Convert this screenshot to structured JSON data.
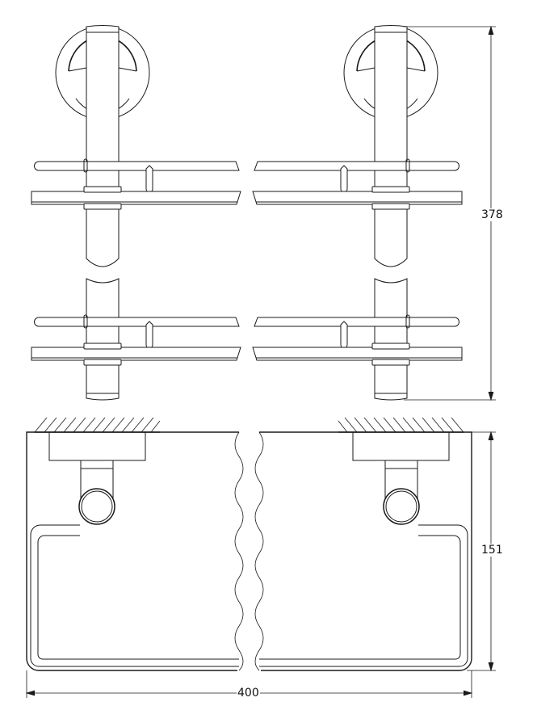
{
  "drawing": {
    "dimensions": {
      "total_height": "378",
      "depth": "151",
      "width": "400"
    },
    "line_color": "#1a1a1a"
  }
}
